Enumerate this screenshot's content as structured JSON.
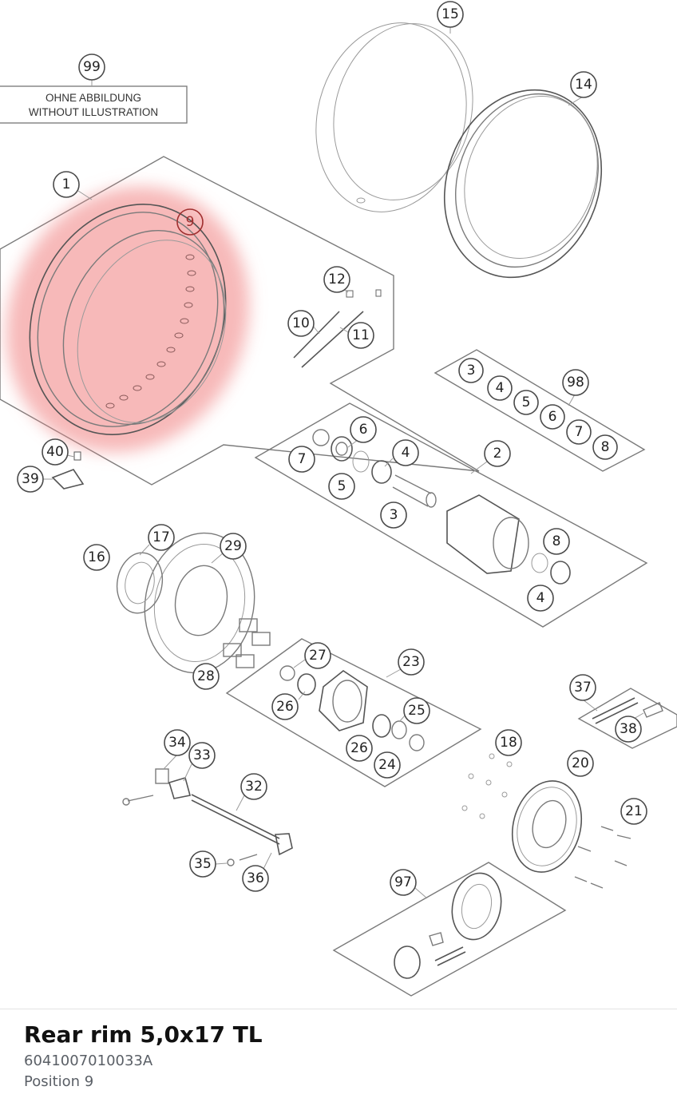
{
  "diagram": {
    "note_line1": "OHNE ABBILDUNG",
    "note_line2": "WITHOUT ILLUSTRATION",
    "highlight_color": "#f28b8b",
    "callouts": {
      "c99": "99",
      "c15": "15",
      "c14": "14",
      "c1": "1",
      "c9": "9",
      "c12": "12",
      "c10": "10",
      "c11": "11",
      "c98": "98",
      "c98_3": "3",
      "c98_4": "4",
      "c98_5": "5",
      "c98_6": "6",
      "c98_7": "7",
      "c98_8": "8",
      "c6": "6",
      "c7": "7",
      "c5": "5",
      "c4a": "4",
      "c2": "2",
      "c3": "3",
      "c8": "8",
      "c4b": "4",
      "c40": "40",
      "c39": "39",
      "c17": "17",
      "c16": "16",
      "c29": "29",
      "c28": "28",
      "c27": "27",
      "c23": "23",
      "c26a": "26",
      "c25": "25",
      "c26b": "26",
      "c24": "24",
      "c37": "37",
      "c38": "38",
      "c18": "18",
      "c20": "20",
      "c21": "21",
      "c34": "34",
      "c33": "33",
      "c32": "32",
      "c35": "35",
      "c36": "36",
      "c97": "97"
    }
  },
  "part": {
    "title": "Rear rim 5,0x17 TL",
    "number": "6041007010033A",
    "position": "Position 9"
  }
}
